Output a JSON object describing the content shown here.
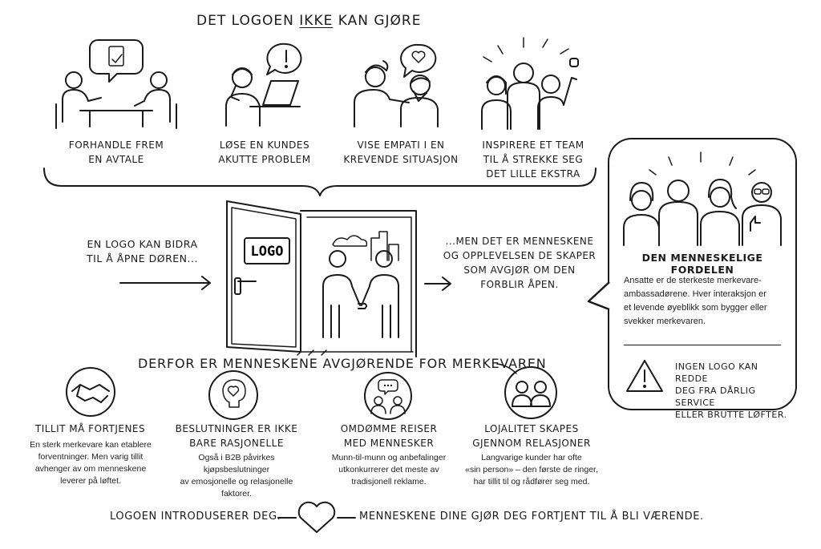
{
  "header": {
    "title_prefix": "DET LOGOEN",
    "title_emphasis": "IKKE",
    "title_suffix": "KAN GJØRE"
  },
  "cant_do": [
    {
      "line1": "FORHANDLE FREM",
      "line2": "EN AVTALE"
    },
    {
      "line1": "LØSE EN KUNDES",
      "line2": "AKUTTE PROBLEM"
    },
    {
      "line1": "VISE EMPATI I EN",
      "line2": "KREVENDE SITUASJON"
    },
    {
      "line1": "INSPIRERE ET TEAM",
      "line2": "TIL Å STREKKE SEG",
      "line3": "DET LILLE EKSTRA"
    }
  ],
  "door": {
    "left_line1": "EN LOGO KAN BIDRA",
    "left_line2": "TIL Å ÅPNE DØREN...",
    "logo_label": "LOGO",
    "right_line1": "...MEN DET ER MENNESKENE",
    "right_line2": "OG OPPLEVELSEN DE SKAPER",
    "right_line3": "SOM AVGJØR OM DEN",
    "right_line4": "FORBLIR ÅPEN."
  },
  "card": {
    "title": "DEN MENNESKELIGE FORDELEN",
    "text_line1": "Ansatte er de sterkeste merkevare-",
    "text_line2": "ambassadørene. Hver interaksjon er",
    "text_line3": "et levende øyeblikk som bygger eller",
    "text_line4": "svekker merkevaren.",
    "warn_line1": "INGEN LOGO KAN REDDE",
    "warn_line2": "DEG FRA DÅRLIG SERVICE",
    "warn_line3": "ELLER BRUTTE LØFTER."
  },
  "section_title": "DERFOR ER MENNESKENE AVGJØRENDE FOR MERKEVAREN",
  "reasons": [
    {
      "title1": "TILLIT MÅ FORTJENES",
      "title2": "",
      "d1": "En sterk merkevare kan etablere",
      "d2": "forventninger. Men varig tillit",
      "d3": "avhenger av om menneskene",
      "d4": "leverer på løftet."
    },
    {
      "title1": "BESLUTNINGER ER IKKE",
      "title2": "BARE RASJONELLE",
      "d1": "Også i B2B påvirkes kjøpsbeslutninger",
      "d2": "av emosjonelle og relasjonelle",
      "d3": "faktorer.",
      "d4": ""
    },
    {
      "title1": "OMDØMME REISER",
      "title2": "MED MENNESKER",
      "d1": "Munn-til-munn og anbefalinger",
      "d2": "utkonkurrerer det meste av",
      "d3": "tradisjonell reklame.",
      "d4": ""
    },
    {
      "title1": "LOJALITET SKAPES",
      "title2": "GJENNOM RELASJONER",
      "d1": "Langvarige kunder har ofte",
      "d2": "«sin person» – den første de ringer,",
      "d3": "har tillit til og rådfører seg med.",
      "d4": ""
    }
  ],
  "footer": {
    "left": "LOGOEN INTRODUSERER DEG.",
    "right": "MENNESKENE DINE GJØR DEG FORTJENT TIL Å BLI VÆRENDE."
  }
}
